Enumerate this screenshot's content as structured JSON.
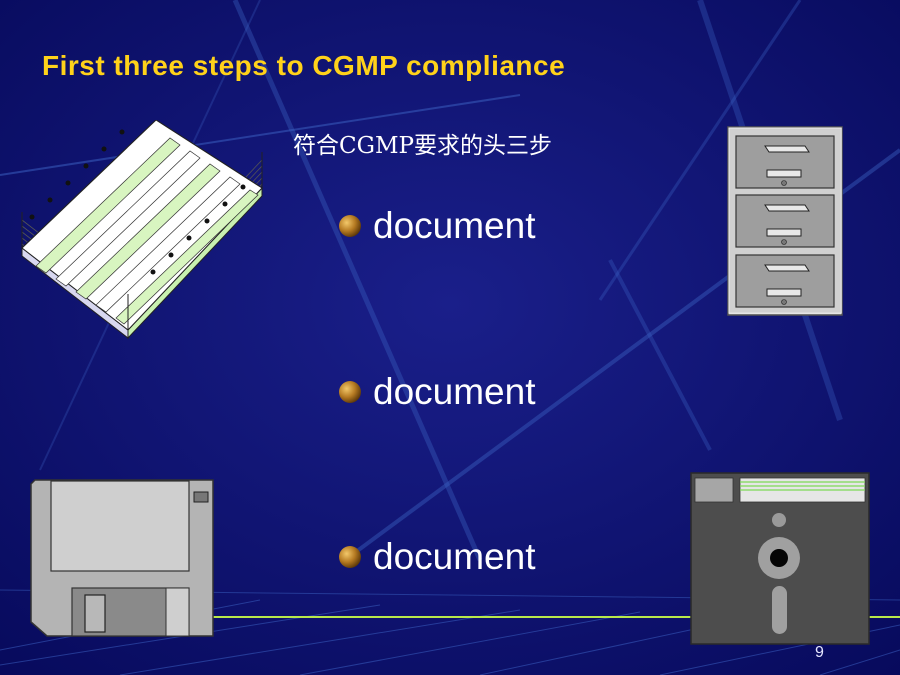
{
  "slide": {
    "title": "First three steps to CGMP compliance",
    "subtitle": "符合CGMP要求的头三步",
    "bullets": [
      {
        "text": "document",
        "icon": "gold-sphere-bullet-icon"
      },
      {
        "text": "document",
        "icon": "gold-sphere-bullet-icon"
      },
      {
        "text": "document",
        "icon": "gold-sphere-bullet-icon"
      }
    ],
    "page_number": "9"
  },
  "theme": {
    "background": "#0a0d6e",
    "title_color": "#ffd21a",
    "text_color": "#ffffff",
    "accent_line": "#b8e84a"
  },
  "clipart": [
    "paper-stack-icon",
    "filing-cabinet-icon",
    "floppy-disk-3-5-icon",
    "floppy-disk-5-25-icon"
  ]
}
